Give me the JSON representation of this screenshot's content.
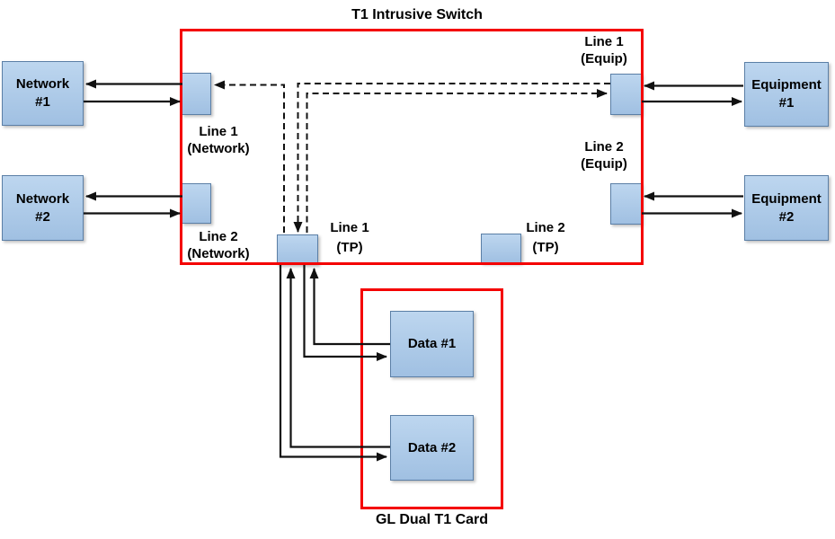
{
  "colors": {
    "frame_red": "#f40000",
    "node_fill_top": "#bdd6ef",
    "node_fill_bottom": "#a0c0e2",
    "node_border": "#5b7fa6",
    "line_black": "#111111",
    "text": "#000000",
    "background": "#ffffff"
  },
  "switch": {
    "title": "T1 Intrusive Switch",
    "ports": {
      "line1_network": {
        "lines": [
          "Line 1",
          "(Network)"
        ]
      },
      "line2_network": {
        "lines": [
          "Line 2",
          "(Network)"
        ]
      },
      "line1_equip": {
        "lines": [
          "Line 1",
          "(Equip)"
        ]
      },
      "line2_equip": {
        "lines": [
          "Line 2",
          "(Equip)"
        ]
      },
      "line1_tp": {
        "lines": [
          "Line 1",
          "(TP)"
        ]
      },
      "line2_tp": {
        "lines": [
          "Line 2",
          "(TP)"
        ]
      }
    }
  },
  "card": {
    "title": "GL Dual T1 Card"
  },
  "nodes": {
    "network1": {
      "lines": [
        "Network",
        "#1"
      ]
    },
    "network2": {
      "lines": [
        "Network",
        "#2"
      ]
    },
    "equipment1": {
      "lines": [
        "Equipment",
        "#1"
      ]
    },
    "equipment2": {
      "lines": [
        "Equipment",
        "#2"
      ]
    },
    "data1": {
      "lines": [
        "Data #1"
      ]
    },
    "data2": {
      "lines": [
        "Data #2"
      ]
    }
  },
  "connections": {
    "solid": [
      "Line 1 (Network) -> Network #1",
      "Network #1 -> Line 1 (Network)",
      "Line 2 (Network) -> Network #2",
      "Network #2 -> Line 2 (Network)",
      "Equipment #1 -> Line 1 (Equip)",
      "Line 1 (Equip) -> Equipment #1",
      "Equipment #2 -> Line 2 (Equip)",
      "Line 2 (Equip) -> Equipment #2",
      "Line 1 (TP) -> Data #1",
      "Data #1 -> Line 1 (TP)",
      "Line 1 (TP) -> Data #2",
      "Data #2 -> Line 1 (TP)"
    ],
    "dashed": [
      "Line 1 (TP) -> Line 1 (Network)",
      "Line 1 (Equip) -> Line 1 (TP)",
      "Line 1 (TP) -> Line 1 (Equip)"
    ]
  }
}
